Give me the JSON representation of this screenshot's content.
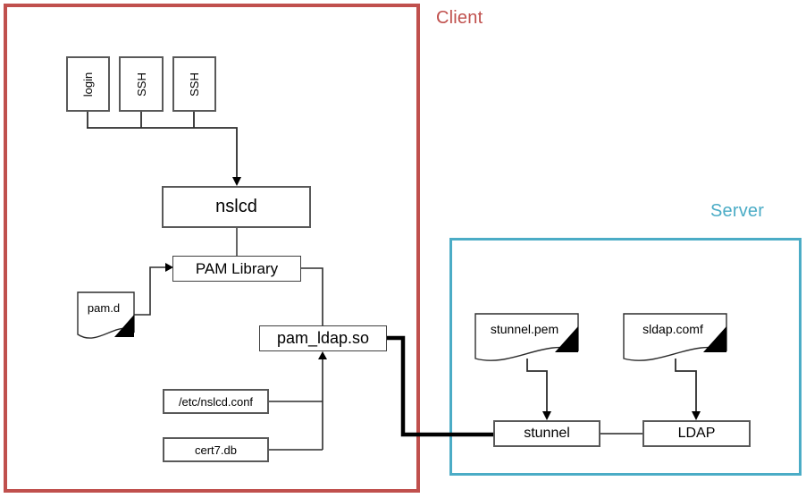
{
  "regions": {
    "client": {
      "label": "Client",
      "accent": "#c0504d"
    },
    "server": {
      "label": "Server",
      "accent": "#4bacc6"
    }
  },
  "nodes": {
    "login": {
      "label": "login"
    },
    "ssh1": {
      "label": "SSH"
    },
    "ssh2": {
      "label": "SSH"
    },
    "nslcd": {
      "label": "nslcd"
    },
    "pam_library": {
      "label": "PAM Library"
    },
    "pam_ldap_so": {
      "label": "pam_ldap.so"
    },
    "nslcd_conf": {
      "label": "/etc/nslcd.conf"
    },
    "cert7_db": {
      "label": "cert7.db"
    },
    "stunnel": {
      "label": "stunnel"
    },
    "ldap": {
      "label": "LDAP"
    }
  },
  "documents": {
    "pam_d": {
      "label": "pam.d"
    },
    "stunnel_pem": {
      "label": "stunnel.pem"
    },
    "sldap_comf": {
      "label": "sldap.comf"
    }
  },
  "connections": [
    {
      "from": "login",
      "to": "nslcd",
      "arrow": true
    },
    {
      "from": "ssh1",
      "to": "nslcd",
      "arrow": true
    },
    {
      "from": "ssh2",
      "to": "nslcd",
      "arrow": true
    },
    {
      "from": "nslcd",
      "to": "pam_library",
      "arrow": false
    },
    {
      "from": "pam_d",
      "to": "pam_library",
      "arrow": true
    },
    {
      "from": "pam_library",
      "to": "pam_ldap_so",
      "arrow": false
    },
    {
      "from": "nslcd_conf",
      "to": "pam_ldap_so",
      "arrow": true
    },
    {
      "from": "cert7_db",
      "to": "pam_ldap_so",
      "arrow": true
    },
    {
      "from": "pam_ldap_so",
      "to": "stunnel",
      "arrow": false,
      "style": "thick"
    },
    {
      "from": "stunnel_pem",
      "to": "stunnel",
      "arrow": true
    },
    {
      "from": "sldap_comf",
      "to": "ldap",
      "arrow": true
    },
    {
      "from": "stunnel",
      "to": "ldap",
      "arrow": false
    }
  ]
}
